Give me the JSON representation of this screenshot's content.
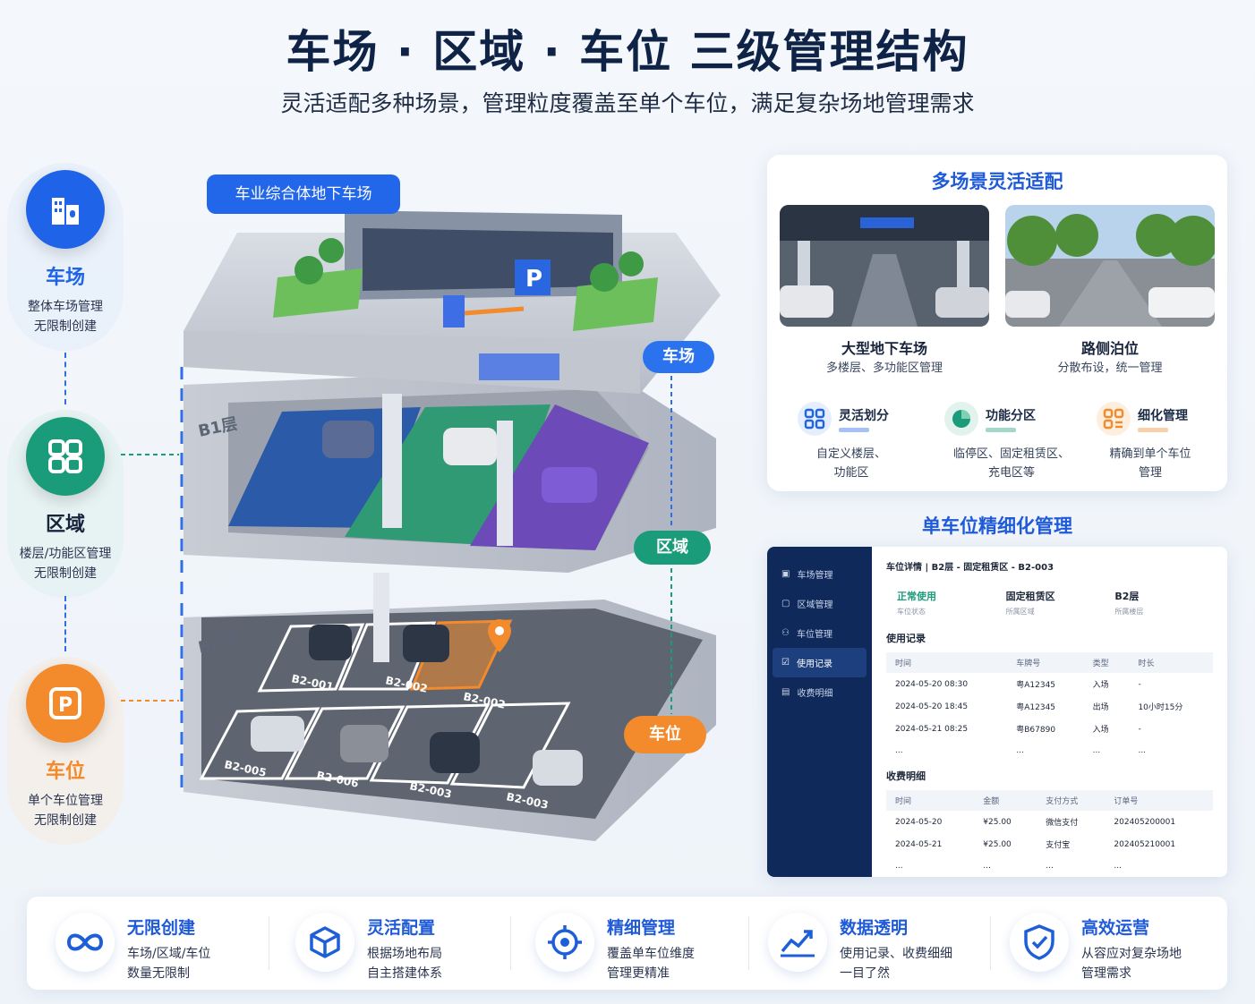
{
  "title": "车场 · 区域 · 车位 三级管理结构",
  "subtitle": "灵活适配多种场景，管理粒度覆盖至单个车位，满足复杂场地管理需求",
  "levels": [
    {
      "name": "车场",
      "desc1": "整体车场管理",
      "desc2": "无限制创建",
      "color": "#1e63e8"
    },
    {
      "name": "区域",
      "desc1": "楼层/功能区管理",
      "desc2": "无限制创建",
      "color": "#1a9b7a"
    },
    {
      "name": "车位",
      "desc1": "单个车位管理",
      "desc2": "无限制创建",
      "color": "#f38a2b"
    }
  ],
  "building": {
    "label": "车业综合体地下车场",
    "tag_lot": "车场",
    "tag_zone": "区域",
    "tag_space": "车位",
    "floor_b1": "B1层",
    "floor_b2": "B2层",
    "spaces": [
      "B2-001",
      "B2-002",
      "B2-002",
      "B2-005",
      "B2-006",
      "B2-003",
      "B2-003"
    ]
  },
  "scenes": {
    "title": "多场景灵活适配",
    "items": [
      {
        "title": "大型地下车场",
        "desc": "多楼层、多功能区管理"
      },
      {
        "title": "路侧泊位",
        "desc": "分散布设，统一管理"
      }
    ],
    "features": [
      {
        "title": "灵活划分",
        "desc1": "自定义楼层、",
        "desc2": "功能区"
      },
      {
        "title": "功能分区",
        "desc1": "临停区、固定租赁区、",
        "desc2": "充电区等"
      },
      {
        "title": "细化管理",
        "desc1": "精确到单个车位",
        "desc2": "管理"
      }
    ]
  },
  "detail": {
    "title": "单车位精细化管理",
    "menu": [
      "车场管理",
      "区域管理",
      "车位管理",
      "使用记录",
      "收费明细"
    ],
    "header": "车位详情 | B2层 - 固定租赁区 - B2-003",
    "stats": [
      {
        "value": "正常使用",
        "label": "车位状态"
      },
      {
        "value": "固定租赁区",
        "label": "所属区域"
      },
      {
        "value": "B2层",
        "label": "所属楼层"
      }
    ],
    "usage_title": "使用记录",
    "usage_cols": [
      "时间",
      "车牌号",
      "类型",
      "时长"
    ],
    "usage_rows": [
      [
        "2024-05-20 08:30",
        "粤A12345",
        "入场",
        "-"
      ],
      [
        "2024-05-20 18:45",
        "粤A12345",
        "出场",
        "10小时15分"
      ],
      [
        "2024-05-21 08:25",
        "粤B67890",
        "入场",
        "-"
      ],
      [
        "...",
        "...",
        "...",
        "..."
      ]
    ],
    "fee_title": "收费明细",
    "fee_cols": [
      "时间",
      "金额",
      "支付方式",
      "订单号"
    ],
    "fee_rows": [
      [
        "2024-05-20",
        "¥25.00",
        "微信支付",
        "202405200001"
      ],
      [
        "2024-05-21",
        "¥25.00",
        "支付宝",
        "202405210001"
      ],
      [
        "...",
        "...",
        "...",
        "..."
      ]
    ]
  },
  "benefits": [
    {
      "title": "无限创建",
      "desc1": "车场/区域/车位",
      "desc2": "数量无限制"
    },
    {
      "title": "灵活配置",
      "desc1": "根据场地布局",
      "desc2": "自主搭建体系"
    },
    {
      "title": "精细管理",
      "desc1": "覆盖单车位维度",
      "desc2": "管理更精准"
    },
    {
      "title": "数据透明",
      "desc1": "使用记录、收费细细",
      "desc2": "一目了然"
    },
    {
      "title": "高效运营",
      "desc1": "从容应对复杂场地",
      "desc2": "管理需求"
    }
  ]
}
